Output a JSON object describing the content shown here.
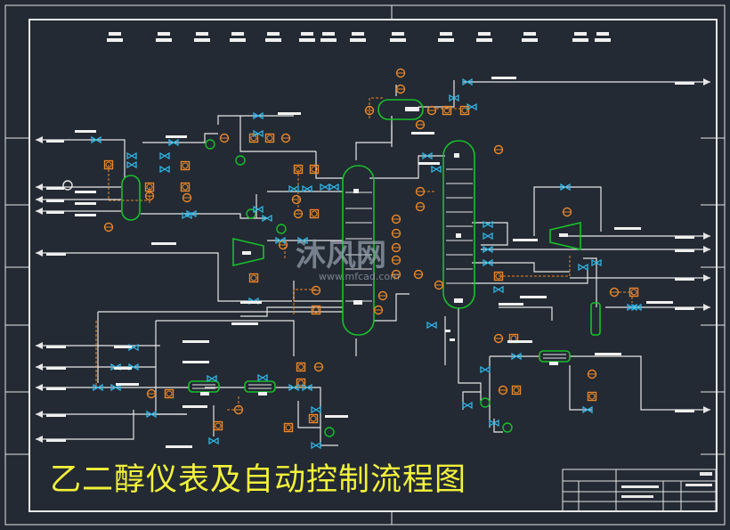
{
  "drawing_title": "乙二醇仪表及自动控制流程图",
  "watermark": {
    "brand": "沐风网",
    "url": "www.mfcad.com"
  },
  "colors": {
    "background": "#232a33",
    "line": "#e6e6e6",
    "vessel": "#18c02c",
    "instrument": "#e8862a",
    "valve": "#2fb6e6",
    "title_text": "#f2f23a"
  }
}
